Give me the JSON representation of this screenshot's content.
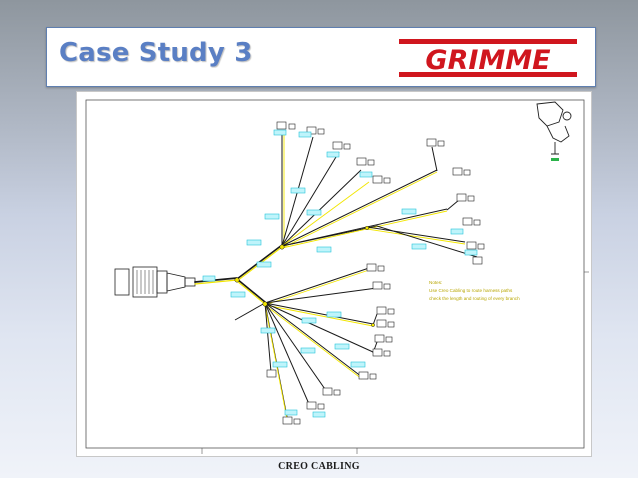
{
  "slide": {
    "title": "Case Study 3",
    "logo_text": "GRIMME",
    "footer": "CREO CABLING"
  },
  "drawing": {
    "note_lines": [
      "Notes:",
      "Use Creo Cabling to route harness paths",
      "check the length and routing of every branch"
    ]
  },
  "colors": {
    "title": "#5a7fc4",
    "logo_red": "#d0161e",
    "wire_yellow": "#f2e600",
    "wire_dark": "#1a1a1a",
    "label_cyan": "#25c3d9"
  }
}
